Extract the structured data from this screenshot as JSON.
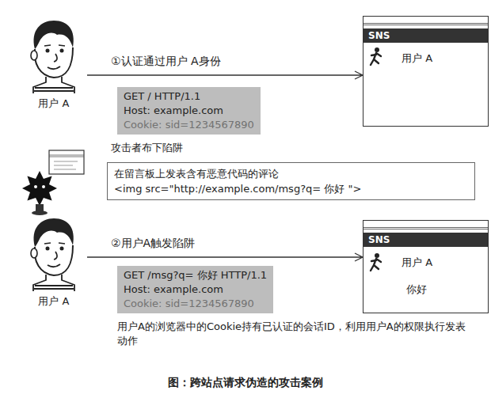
{
  "diagram": {
    "caption": "图：跨站点请求伪造的攻击案例",
    "nodes": [
      {
        "text": [
          "用户 A"
        ]
      },
      {
        "text": [
          "GET / HTTP/1.1",
          "Host: example.com",
          "Cookie: sid=1234567890"
        ]
      },
      {
        "text": [
          "SNS",
          "用户 A"
        ]
      },
      {
        "text": [
          "在留言板上发表含有恶意代码的评论",
          "<img src=\"http://example.com/msg?q= 你好 \">"
        ]
      },
      {
        "text": [
          "用户 A"
        ]
      },
      {
        "text": [
          "GET /msg?q= 你好 HTTP/1.1",
          "Host: example.com",
          "Cookie: sid=1234567890"
        ]
      },
      {
        "text": [
          "SNS",
          "用户 A",
          "你好"
        ]
      }
    ],
    "edges": [
      {
        "from": 0,
        "to": 2,
        "arrow": "to",
        "label": "①认证通过用户 A身份"
      },
      {
        "from": 4,
        "to": 6,
        "arrow": "to",
        "label": "②用户A触发陷阱"
      }
    ],
    "labels": [
      "攻击者布下陷阱",
      "用户A的浏览器中的Cookie持有已认证的会话ID，利用用户A的权限执行发表动作"
    ]
  }
}
